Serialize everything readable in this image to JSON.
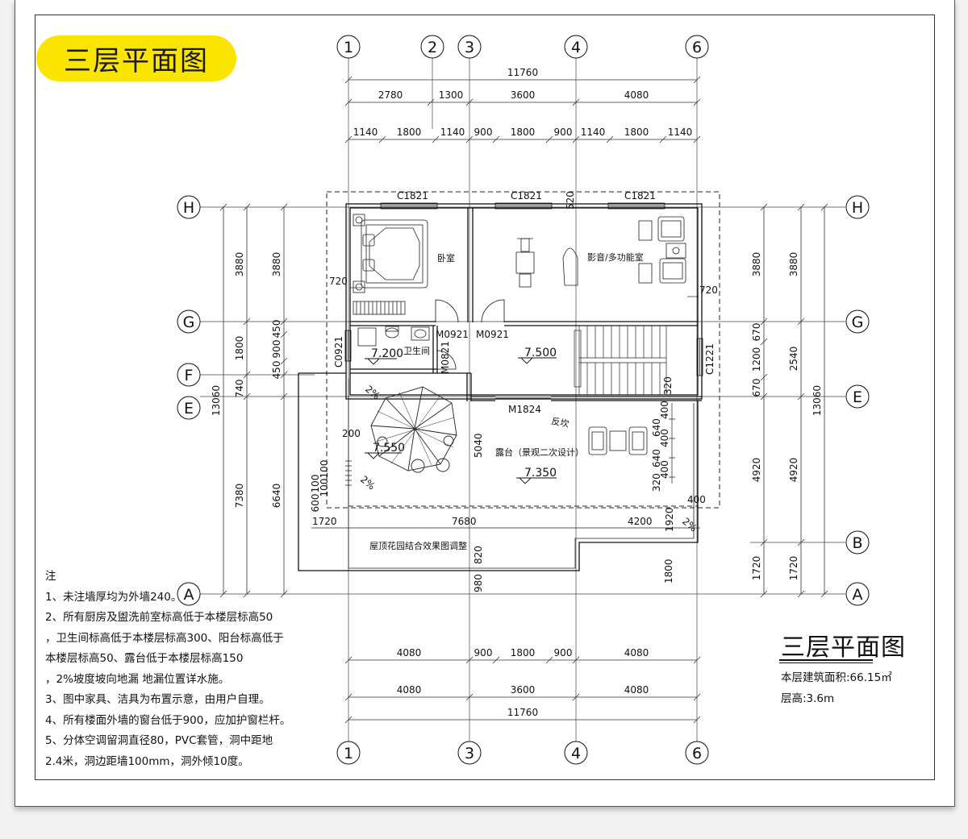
{
  "badge_title": "三层平面图",
  "plan_title": "三层平面图",
  "floor_area": "本层建筑面积:66.15㎡",
  "floor_height": "层高:3.6m",
  "notes": [
    "注",
    "1、未注墙厚均为外墙240。",
    "2、所有厨房及盥洗前室标高低于本楼层标高50",
    "，卫生间标高低于本楼层标高300、阳台标高低于",
    "本楼层标高50、露台低于本楼层标高150",
    "，2%坡度坡向地漏 地漏位置详水施。",
    "3、图中家具、洁具为布置示意，由用户自理。",
    "4、所有楼面外墙的窗台低于900，应加护窗栏杆。",
    "5、分体空调留洞直径80，PVC套管，洞中距地",
    "2.4米，洞边距墙100mm，洞外倾10度。"
  ],
  "axes_top": [
    "1",
    "2",
    "3",
    "4",
    "6"
  ],
  "axes_bottom": [
    "1",
    "3",
    "4",
    "6"
  ],
  "axes_left": [
    "H",
    "G",
    "F",
    "E",
    "A"
  ],
  "axes_right": [
    "H",
    "G",
    "E",
    "B",
    "A"
  ],
  "dims_top": {
    "total": "11760",
    "row2": [
      "2780",
      "1300",
      "3600",
      "4080"
    ],
    "row3": [
      "1140",
      "1800",
      "1140",
      "900",
      "1800",
      "900",
      "1140",
      "1800",
      "1140"
    ]
  },
  "dims_bottom": {
    "row1": [
      "4080",
      "900",
      "1800",
      "900",
      "4080"
    ],
    "row2": [
      "4080",
      "3600",
      "4080"
    ],
    "total": "11760"
  },
  "dims_left": {
    "outer": "13060",
    "mid": [
      "3880",
      "1800",
      "740",
      "7380"
    ],
    "inner": [
      "3880",
      "450",
      "900",
      "450",
      "6640"
    ],
    "extra": [
      "600",
      "100",
      "100",
      "100"
    ]
  },
  "dims_right": {
    "outer": "13060",
    "mid": [
      "3880",
      "2540",
      "4920",
      "1720"
    ],
    "inner": [
      "3880",
      "670",
      "1200",
      "670",
      "4920",
      "1720"
    ]
  },
  "rooms": {
    "bedroom": "卧室",
    "media_room": "影音/多功能室",
    "bathroom": "卫生间",
    "terrace": "露台（景观二次设计）",
    "fireplace": "反坎",
    "roof_garden": "屋顶花园结合效果图调整"
  },
  "doors_windows": {
    "w1": "C1821",
    "w2": "C1821",
    "w3": "C1821",
    "d1": "M0921",
    "d2": "M0921",
    "d3": "M0821",
    "d4": "M1824",
    "w4": "C0921",
    "w5": "C1221"
  },
  "levels": [
    "7.200",
    "7.500",
    "7.550",
    "7.350"
  ],
  "misc_dims": [
    "720",
    "720",
    "520",
    "320",
    "400",
    "640",
    "400",
    "640",
    "400",
    "320",
    "400",
    "1920",
    "1800",
    "1720",
    "7680",
    "4200",
    "5040",
    "820",
    "980",
    "200",
    "2%",
    "2%",
    "2%"
  ]
}
